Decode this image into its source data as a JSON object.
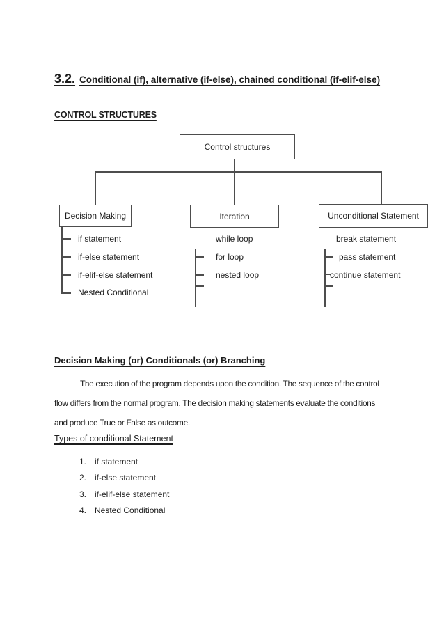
{
  "title": {
    "number": "3.2.",
    "text": "Conditional (if), alternative (if-else), chained conditional (if-elif-else)"
  },
  "headings": {
    "control": "CONTROL STRUCTURES",
    "decision": "Decision Making (or) Conditionals (or) Branching",
    "types": "Types of conditional Statement"
  },
  "diagram": {
    "root": "Control structures",
    "branches": [
      {
        "label": "Decision Making",
        "children": [
          "if statement",
          "if-else statement",
          "if-elif-else statement",
          "Nested Conditional"
        ]
      },
      {
        "label": "Iteration",
        "children": [
          "while loop",
          "for loop",
          "nested loop"
        ]
      },
      {
        "label": "Unconditional Statement",
        "children": [
          "break statement",
          "pass statement",
          "continue statement"
        ]
      }
    ]
  },
  "paragraph": {
    "lines": [
      "The execution of the program depends upon the condition. The sequence of the control",
      "flow differs from the normal program. The decision making statements evaluate the conditions",
      "and produce True or False as outcome."
    ]
  },
  "types_list": [
    {
      "num": "1.",
      "label": "if statement"
    },
    {
      "num": "2.",
      "label": "if-else statement"
    },
    {
      "num": "3.",
      "label": "if-elif-else statement"
    },
    {
      "num": "4.",
      "label": "Nested Conditional"
    }
  ],
  "colors": {
    "text": "#1d1d1d",
    "line": "#4d4d4d"
  }
}
